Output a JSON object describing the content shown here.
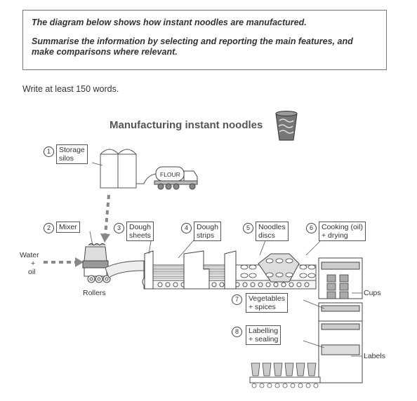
{
  "task": {
    "line1": "The diagram below shows how instant noodles are manufactured.",
    "line2": "Summarise the information by selecting and reporting the main features, and make comparisons where relevant."
  },
  "word_requirement": "Write at least 150 words.",
  "diagram": {
    "title": "Manufacturing instant noodles",
    "steps": [
      {
        "num": "1",
        "label_a": "Storage",
        "label_b": "silos"
      },
      {
        "num": "2",
        "label_a": "Mixer",
        "label_b": ""
      },
      {
        "num": "3",
        "label_a": "Dough",
        "label_b": "sheets"
      },
      {
        "num": "4",
        "label_a": "Dough",
        "label_b": "strips"
      },
      {
        "num": "5",
        "label_a": "Noodles",
        "label_b": "discs"
      },
      {
        "num": "6",
        "label_a": "Cooking (oil)",
        "label_b": "+ drying"
      },
      {
        "num": "7",
        "label_a": "Vegetables",
        "label_b": "+ spices"
      },
      {
        "num": "8",
        "label_a": "Labelling",
        "label_b": "+ sealing"
      }
    ],
    "truck_label": "FLOUR",
    "input_water": "Water",
    "input_plus": "+",
    "input_oil": "oil",
    "rollers": "Rollers",
    "cups": "Cups",
    "labels": "Labels"
  }
}
